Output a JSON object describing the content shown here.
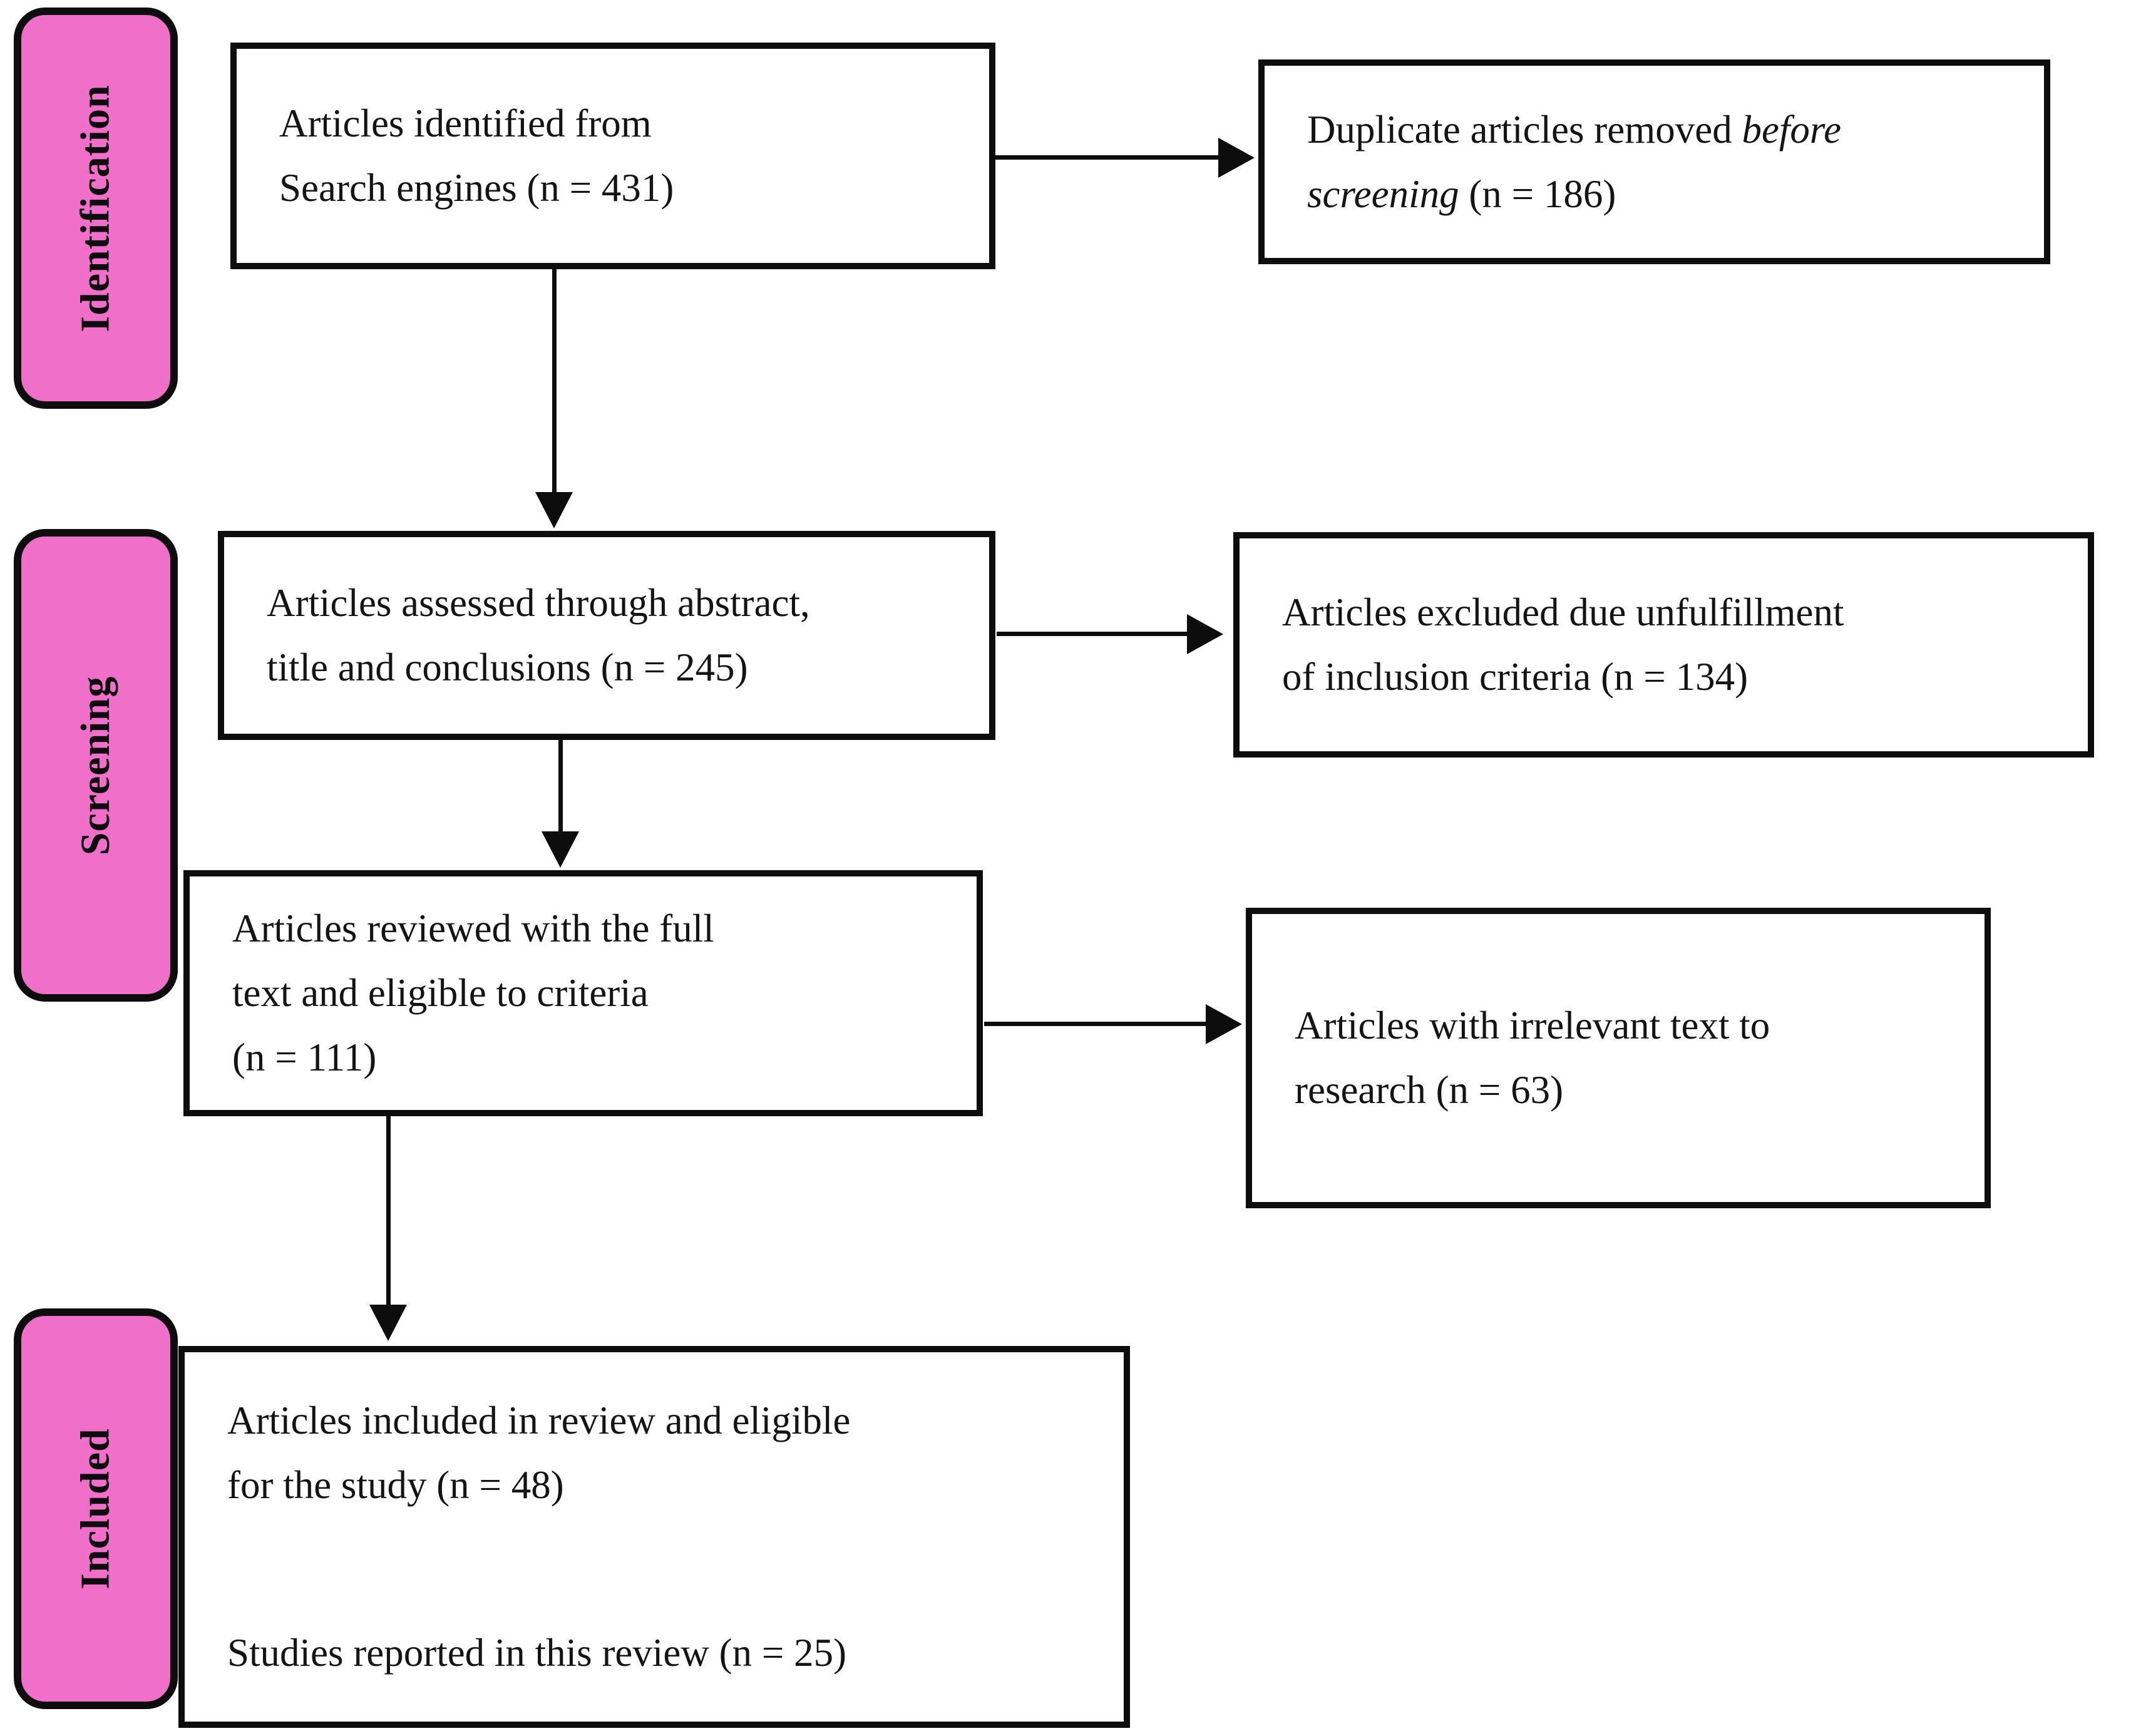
{
  "figure": {
    "kind": "prisma-style-literature-screening-flowchart",
    "colors": {
      "stage_fill": "#F06FC8",
      "ink": "#0d0d0d",
      "text": "#141414",
      "background": "#ffffff"
    },
    "stages": [
      {
        "label": "Identification"
      },
      {
        "label": "Screening"
      },
      {
        "label": "Included"
      }
    ],
    "boxes": {
      "identified": {
        "lines": [
          [
            {
              "t": "Articles identified from"
            }
          ],
          [
            {
              "t": "Search engines (n = 431)"
            }
          ]
        ]
      },
      "duplicates": {
        "lines": [
          [
            {
              "t": "Duplicate articles removed "
            },
            {
              "t": "before",
              "i": true
            }
          ],
          [
            {
              "t": "screening",
              "i": true
            },
            {
              "t": " (n = 186)"
            }
          ]
        ]
      },
      "assessed": {
        "lines": [
          [
            {
              "t": "Articles assessed through abstract,"
            }
          ],
          [
            {
              "t": "title and conclusions (n = 245)"
            }
          ]
        ]
      },
      "excluded": {
        "lines": [
          [
            {
              "t": "Articles excluded due unfulfillment"
            }
          ],
          [
            {
              "t": "of inclusion criteria (n = 134)"
            }
          ]
        ]
      },
      "fulltext": {
        "lines": [
          [
            {
              "t": "Articles reviewed with the full"
            }
          ],
          [
            {
              "t": "text and eligible to criteria"
            }
          ],
          [
            {
              "t": "(n = 111)"
            }
          ]
        ]
      },
      "irrelevant": {
        "lines": [
          [
            {
              "t": "Articles with irrelevant text to"
            }
          ],
          [
            {
              "t": "research (n = 63)"
            }
          ]
        ]
      },
      "included": {
        "lines": [
          [
            {
              "t": "Articles included in review and eligible"
            }
          ],
          [
            {
              "t": "for the study (n = 48)"
            }
          ],
          [],
          [
            {
              "t": "Studies reported in this review (n = 25)"
            }
          ]
        ]
      }
    }
  }
}
